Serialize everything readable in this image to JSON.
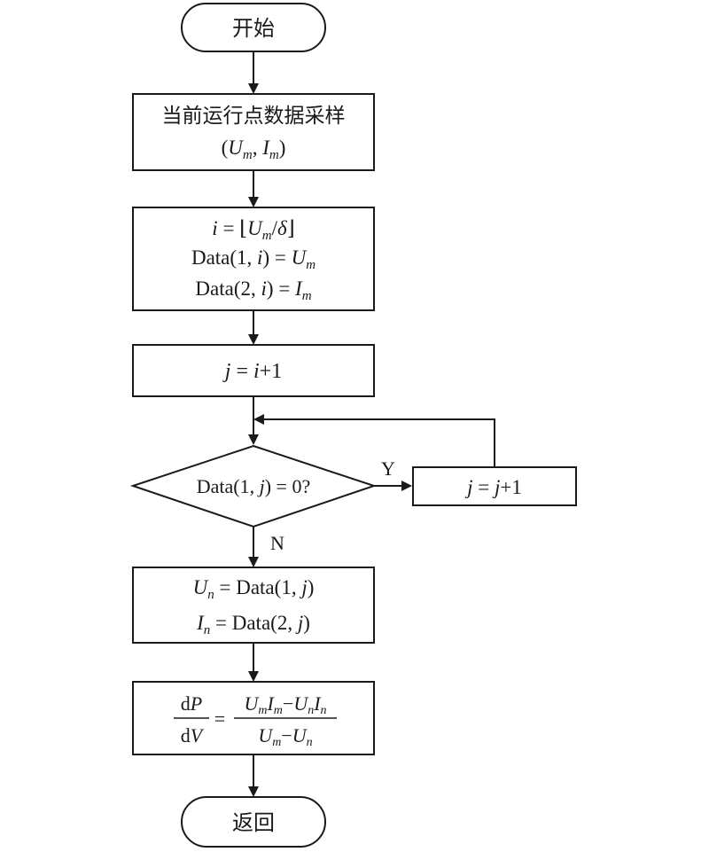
{
  "start": {
    "label": "开始"
  },
  "sampling": {
    "line1": "当前运行点数据采样",
    "U": "U",
    "I": "I",
    "sub": "m"
  },
  "assign": {
    "i_var": "i",
    "eq": " = ⌊",
    "U": "U",
    "sub_m": "m",
    "delta": "δ",
    "close": "⌋",
    "data": "Data",
    "one": "1",
    "two": "2",
    "I": "I"
  },
  "increment_j": {
    "j": "j",
    "eq": " = ",
    "i": "i",
    "plus1": "+1"
  },
  "decision": {
    "data": "Data",
    "one": "1",
    "j": "j",
    "tail": ") = 0?",
    "yes": "Y",
    "no": "N"
  },
  "loop_step": {
    "j": "j",
    "eq": " = ",
    "plus1": "+1"
  },
  "compute_n": {
    "U": "U",
    "I": "I",
    "sub_n": "n",
    "eq": " = Data(",
    "one": "1",
    "two": "2",
    "j": "j"
  },
  "derivative": {
    "d": "d",
    "P": "P",
    "V": "V",
    "eq": "=",
    "U": "U",
    "I": "I",
    "sub_m": "m",
    "sub_n": "n",
    "minus": "−"
  },
  "end": {
    "label": "返回"
  }
}
